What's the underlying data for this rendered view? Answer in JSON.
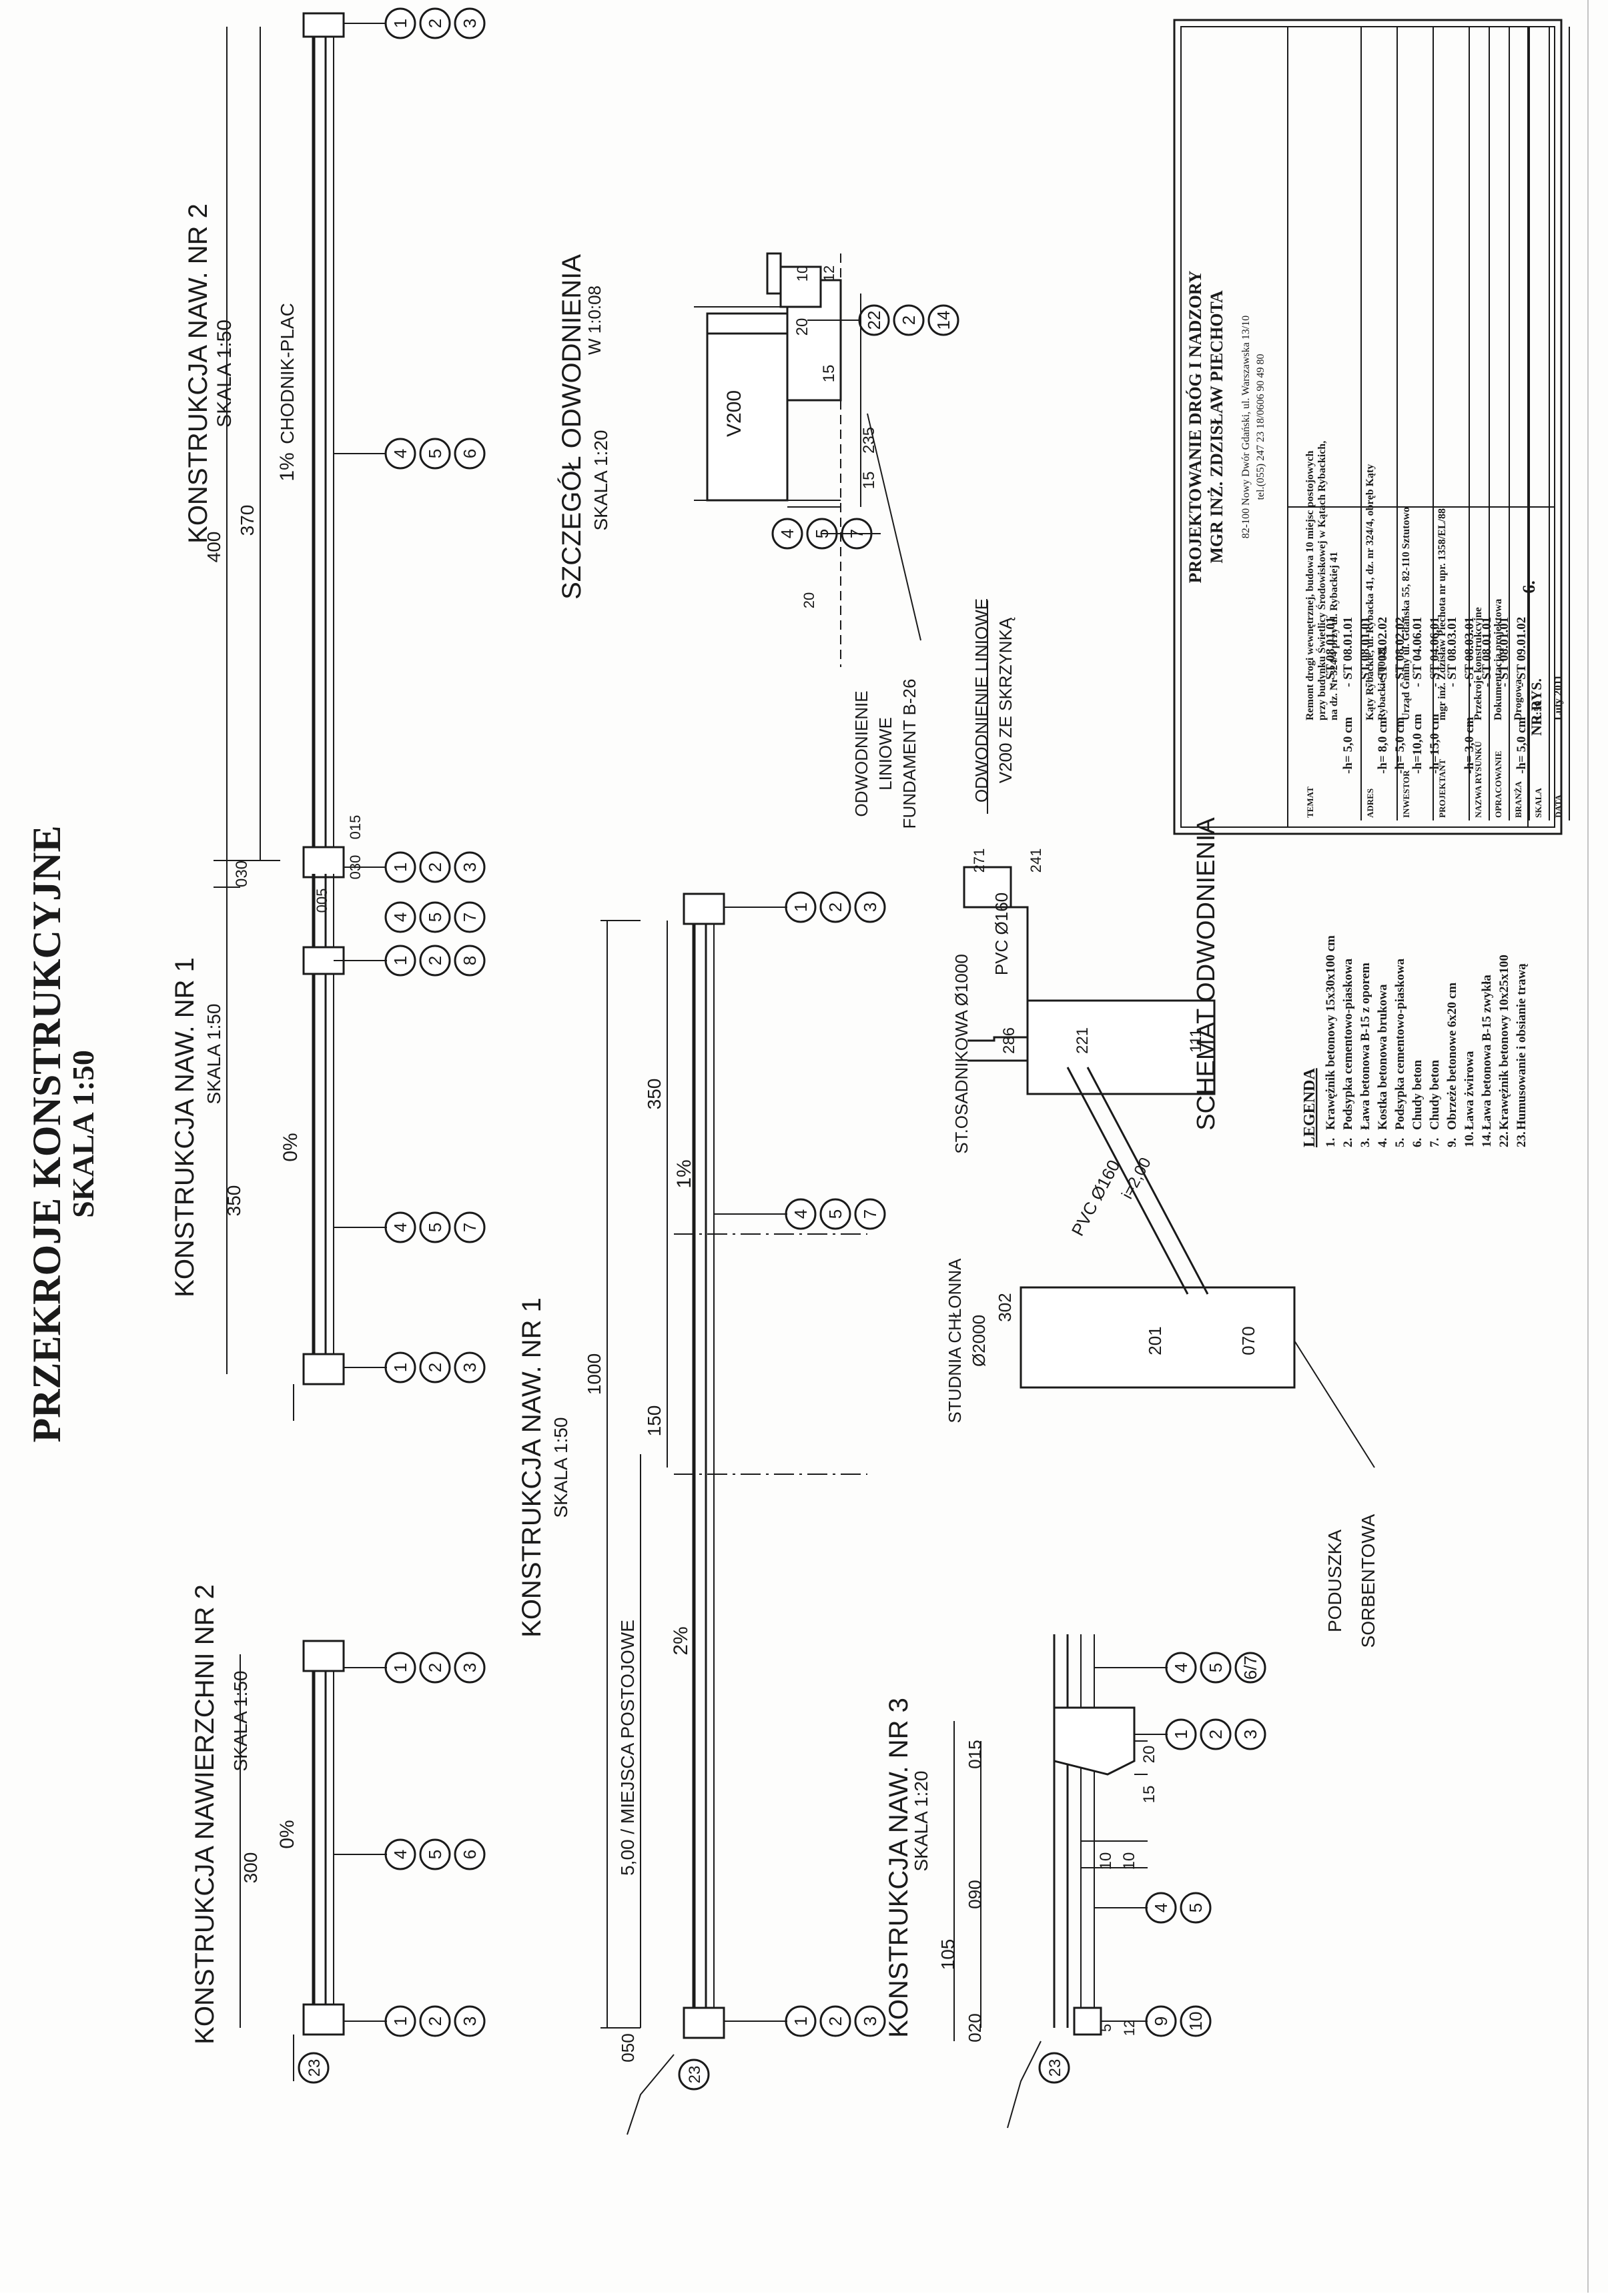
{
  "title": {
    "main": "PRZEKROJE KONSTRUKCYJNE",
    "scale": "SKALA 1:50"
  },
  "sections": {
    "naw2": {
      "title": "KONSTRUKCJA NAW. NR 2",
      "scale": "SKALA 1:50",
      "dim_total": "400",
      "dim_width": "370",
      "slope": "1%",
      "surface": "CHODNIK-PLAC",
      "dim_left": "030",
      "dim_right": "030",
      "dim_edge": "015",
      "dim_edge2": "005",
      "top_markers": [
        "1",
        "2",
        "3"
      ],
      "mid_markers": [
        "4",
        "5",
        "6"
      ],
      "bottom_markers": [
        "1",
        "2",
        "3"
      ]
    },
    "naw1_top": {
      "title": "KONSTRUKCJA NAW. NR 1",
      "scale": "SKALA 1:50",
      "dim_width": "350",
      "slope": "0%",
      "left_markers": [
        "4",
        "5",
        "7"
      ],
      "mid_markers": [
        "4",
        "5",
        "7"
      ],
      "right_markers": [
        "1",
        "2",
        "3"
      ],
      "edge_markers": [
        "1",
        "2",
        "8"
      ]
    },
    "nawierzchni2": {
      "title": "KONSTRUKCJA NAWIERZCHNI NR 2",
      "scale": "SKALA 1:50",
      "dim_width": "300",
      "slope": "0%",
      "top_markers": [
        "1",
        "2",
        "3"
      ],
      "mid_markers": [
        "4",
        "5",
        "6"
      ],
      "bottom_markers": [
        "1",
        "2",
        "3"
      ],
      "ref_marker": "23"
    },
    "naw1_main": {
      "title": "KONSTRUKCJA NAW. NR 1",
      "scale": "SKALA 1:50",
      "dim_total": "1000",
      "dim_a": "350",
      "dim_b": "150",
      "dim_c": "5,00 / MIEJSCA POSTOJOWE",
      "dim_d": "050",
      "slope_a": "1%",
      "slope_b": "2%",
      "top_markers": [
        "1",
        "2",
        "3"
      ],
      "mid_markers": [
        "4",
        "5",
        "7"
      ],
      "bottom_markers": [
        "1",
        "2",
        "3"
      ],
      "ref_marker": "23"
    },
    "naw3": {
      "title": "KONSTRUKCJA NAW. NR 3",
      "scale": "SKALA 1:20",
      "dim_total": "105",
      "dim_a": "090",
      "dim_b": "020",
      "dim_c": "015",
      "dim_d": "20",
      "dim_e": "15",
      "dim_f": "10",
      "dim_g": "10",
      "dim_h": "5",
      "dim_i": "12",
      "top_markers": [
        "4",
        "5",
        "6/7"
      ],
      "edge_markers": [
        "1",
        "2",
        "3"
      ],
      "mid_markers": [
        "4",
        "5"
      ],
      "bottom_markers": [
        "9",
        "10"
      ],
      "ref_marker": "23"
    },
    "szczegol": {
      "title": "SZCZEGÓŁ ODWODNIENIA",
      "scale": "SKALA 1:20",
      "label_w": "W 1:0:08",
      "box_label": "V200",
      "dim_a": "20",
      "dim_b": "15",
      "dim_c": "235",
      "dim_d": "15",
      "dim_e": "10",
      "dim_f": "12",
      "dim_g": "20",
      "markers_a": [
        "22",
        "2",
        "14"
      ],
      "markers_b": [
        "4",
        "5",
        "7"
      ],
      "note_1": "ODWODNIENIE",
      "note_2": "LINIOWE",
      "note_3": "FUNDAMENT B-26",
      "note_4": "ODWODNIENIE LINIOWE",
      "note_5": "V200 ZE SKRZYNKĄ"
    },
    "schemat": {
      "title": "SCHEMAT ODWODNIENIA",
      "studnia_label": "STUDNIA CHŁONNA",
      "studnia_size": "Ø2000",
      "studnia_top": "302",
      "studnia_mid": "201",
      "studnia_bot": "070",
      "osadnik_label": "ST.OSADNIKOWA Ø1000",
      "osadnik_top": "286",
      "osadnik_mid": "221",
      "osadnik_bot": "111",
      "pipe_a": "PVC Ø160",
      "pipe_a_slope": "i=2,00",
      "pipe_b": "PVC Ø160",
      "pipe_b_top": "271",
      "pipe_b_bot": "241",
      "poduszka_1": "PODUSZKA",
      "poduszka_2": "SORBENTOWA"
    }
  },
  "legend": {
    "title": "LEGENDA",
    "items": [
      {
        "no": "1.",
        "name": "Krawężnik betonowy 15x30x100 cm",
        "thk": "",
        "st": "- ST 08.01.01"
      },
      {
        "no": "2.",
        "name": "Podsypka cementowo-piaskowa",
        "thk": "-h= 5,0 cm",
        "st": "- ST 08.01.01"
      },
      {
        "no": "3.",
        "name": "Ława betonowa B-15 z oporem",
        "thk": "",
        "st": "- ST 08.01.01"
      },
      {
        "no": "4.",
        "name": "Kostka betonowa brukowa",
        "thk": "-h= 8,0 cm",
        "st": "- ST 08.02.02"
      },
      {
        "no": "5.",
        "name": "Podsypka cementowo-piaskowa",
        "thk": "-h= 5,0 cm",
        "st": "- ST 08.02.02"
      },
      {
        "no": "6.",
        "name": "Chudy beton",
        "thk": "-h=10,0 cm",
        "st": "- ST 04.06.01"
      },
      {
        "no": "7.",
        "name": "Chudy beton",
        "thk": "-h=15,0 cm",
        "st": "- ST 04.06.01"
      },
      {
        "no": "9.",
        "name": "Obrzeże betonowe 6x20 cm",
        "thk": "",
        "st": "- ST 08.03.01"
      },
      {
        "no": "10.",
        "name": "Ława żwirowa",
        "thk": "-h= 3,0 cm",
        "st": "- ST 08.03.01"
      },
      {
        "no": "14.",
        "name": "Ława betonowa B-15 zwykła",
        "thk": "",
        "st": "- ST 08.01.01"
      },
      {
        "no": "22.",
        "name": "Krawężnik betonowy 10x25x100",
        "thk": "",
        "st": "- ST 08.01.01"
      },
      {
        "no": "23.",
        "name": "Humusowanie i obsianie trawą",
        "thk": "-h= 5,0 cm",
        "st": "- ST 09.01.02"
      }
    ]
  },
  "titleblock": {
    "company_1": "PROJEKTOWANIE DRÓG I NADZORY",
    "company_2": "MGR INŻ. ZDZISŁAW PIECHOTA",
    "address": "82-100 Nowy Dwór Gdański, ul. Warszawska 13/10",
    "phone": "tel.(055) 247 23 18/0606 90 49 80",
    "rows": [
      {
        "key": "TEMAT",
        "val": "Remont drogi wewnętrznej, budowa 10 miejsc postojowych przy budynku Świetlicy Środowiskowej w Kątach Rybackich, na dz. Nr 324/4 przy ul. Rybackiej 41"
      },
      {
        "key": "ADRES",
        "val": "Kąty Rybackie, ul. Rybacka 41, dz. nr 324/4, obręb Kąty Rybackie [0002]"
      },
      {
        "key": "INWESTOR",
        "val": "Urząd Gminy ul. Gdańska 55, 82-110 Sztutowo"
      },
      {
        "key": "PROJEKTANT",
        "val": "mgr inż. Zdzisław Piechota nr upr. 1358/EL/88"
      },
      {
        "key": "NAZWA RYSUNKU",
        "val": "Przekroje konstrukcyjne"
      },
      {
        "key": "OPRACOWANIE",
        "val": "Dokumentacja projektowa"
      },
      {
        "key": "BRANŻA",
        "val": "Drogowa"
      },
      {
        "key": "SKALA",
        "val": "1:50"
      },
      {
        "key": "DATA",
        "val": "Luty 2011"
      }
    ],
    "nr_label": "NR RYS.",
    "nr_value": "6."
  }
}
